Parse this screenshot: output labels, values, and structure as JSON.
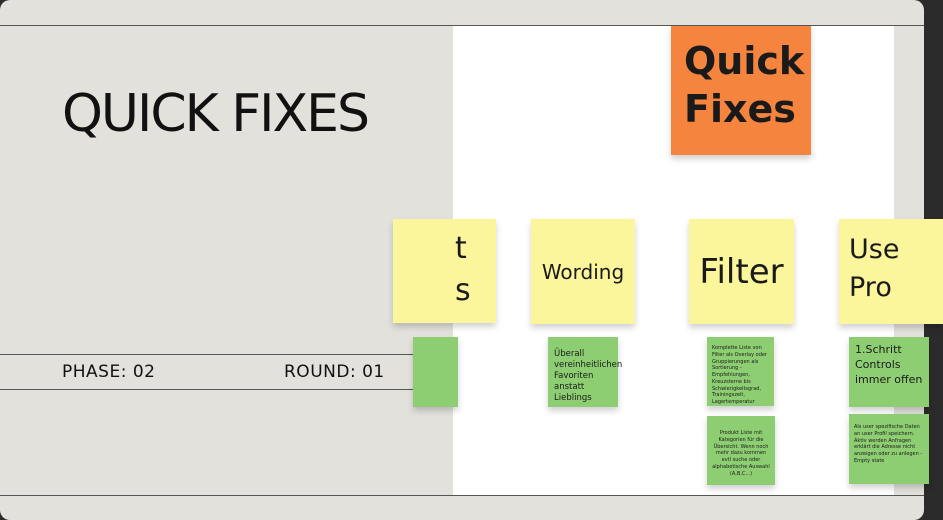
{
  "slide": {
    "title": "QUICK FIXES",
    "phase": "PHASE: 02",
    "round": "ROUND: 01"
  },
  "board": {
    "header_note": "Quick Fixes",
    "header_line1": "Quick",
    "header_line2": "Fixes",
    "clipped_note_line1": "t",
    "clipped_note_line2": "s",
    "wording_note": "Wording",
    "filter_note": "Filter",
    "user_note_line1": "Use",
    "user_note_line2": "Pro",
    "wording_detail": "Überall vereinheitlichen Favoriten anstatt Lieblings",
    "filter_detail_1": "Komplette Liste von Filter als Overlay oder Gruppierungen als Sortierung - Empfehlungen, Kreuzsterne bis Schwierigkeitsgrad, Trainingszeit, Lagertemperatur",
    "filter_detail_2": "Produkt Liste mit Kategorien für die Übersicht. Wenn noch mehr dazu kommen evtl suche oder alphabetische Auswahl (A,B,C...)",
    "user_detail_1": "1.Schritt Controls immer offen",
    "user_detail_2": "Als user spezifische Daten an user Profil speichern. Aktiv werden Anfragen erklärt die Adresse nicht anzeigen oder zu anlegen - Empty state"
  },
  "colors": {
    "background": "#e3e1dc",
    "orange_note": "#f5843e",
    "yellow_note": "#fbf59b",
    "green_note": "#8ece72"
  }
}
